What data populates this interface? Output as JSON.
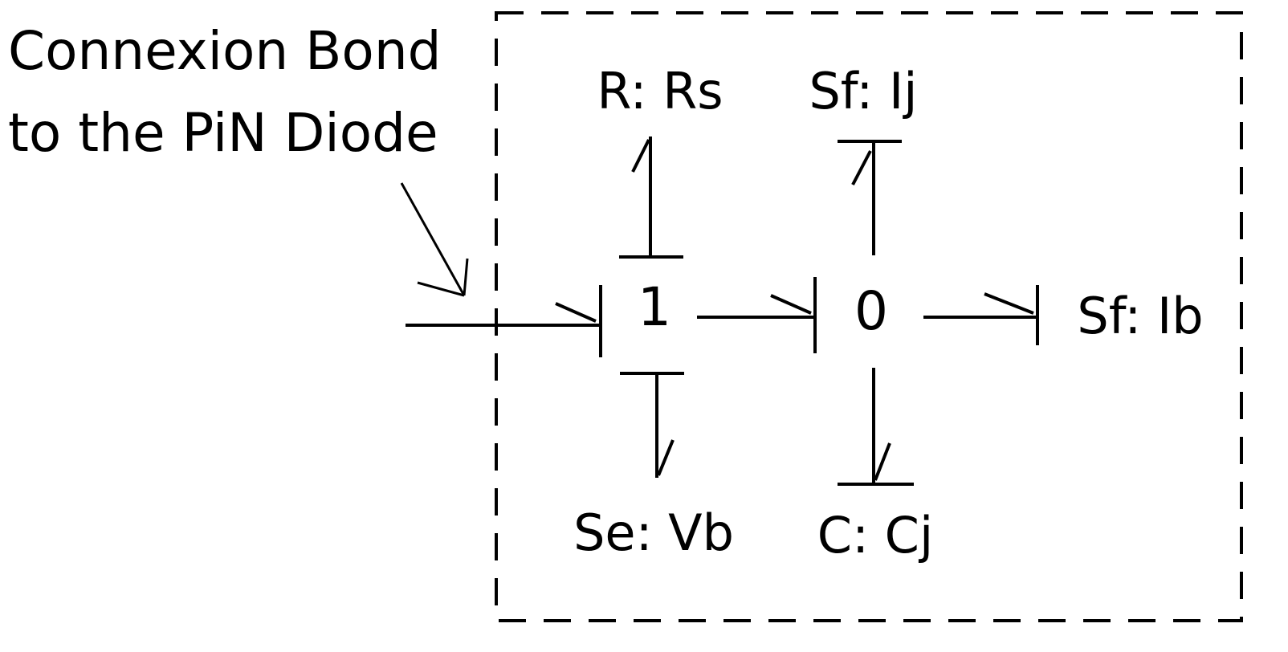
{
  "annotation": {
    "line1": "Connexion Bond",
    "line2": "to the PiN Diode"
  },
  "nodes": {
    "junction_one": "1",
    "junction_zero": "0",
    "resistor": "R: Rs",
    "flow_source_ij": "Sf: Ij",
    "flow_source_ib": "Sf: Ib",
    "effort_source": "Se: Vb",
    "capacitor": "C: Cj"
  },
  "colors": {
    "stroke": "#000000",
    "text": "#000000",
    "background": "#ffffff"
  }
}
